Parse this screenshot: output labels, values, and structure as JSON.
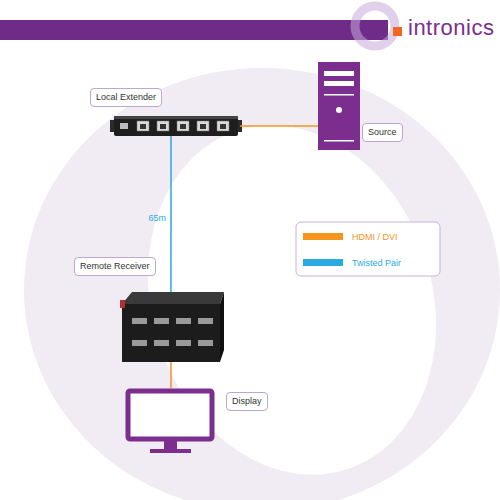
{
  "diagram": {
    "nodes": [
      {
        "text": [
          "Local Extender"
        ]
      },
      {
        "text": [
          "Source"
        ]
      },
      {
        "text": [
          "Remote Receiver"
        ]
      },
      {
        "text": [
          "Display"
        ]
      }
    ],
    "edges": [
      {
        "from": 0,
        "to": 1,
        "arrow": "none"
      },
      {
        "from": 0,
        "to": 2,
        "label": "65m",
        "arrow": "none"
      },
      {
        "from": 2,
        "to": 3,
        "arrow": "none"
      }
    ],
    "labels": [
      "intronics"
    ],
    "legend": [
      {
        "text": "HDMI / DVI",
        "color": "#f7941d"
      },
      {
        "text": "Twisted Pair",
        "color": "#29abe2"
      }
    ]
  }
}
